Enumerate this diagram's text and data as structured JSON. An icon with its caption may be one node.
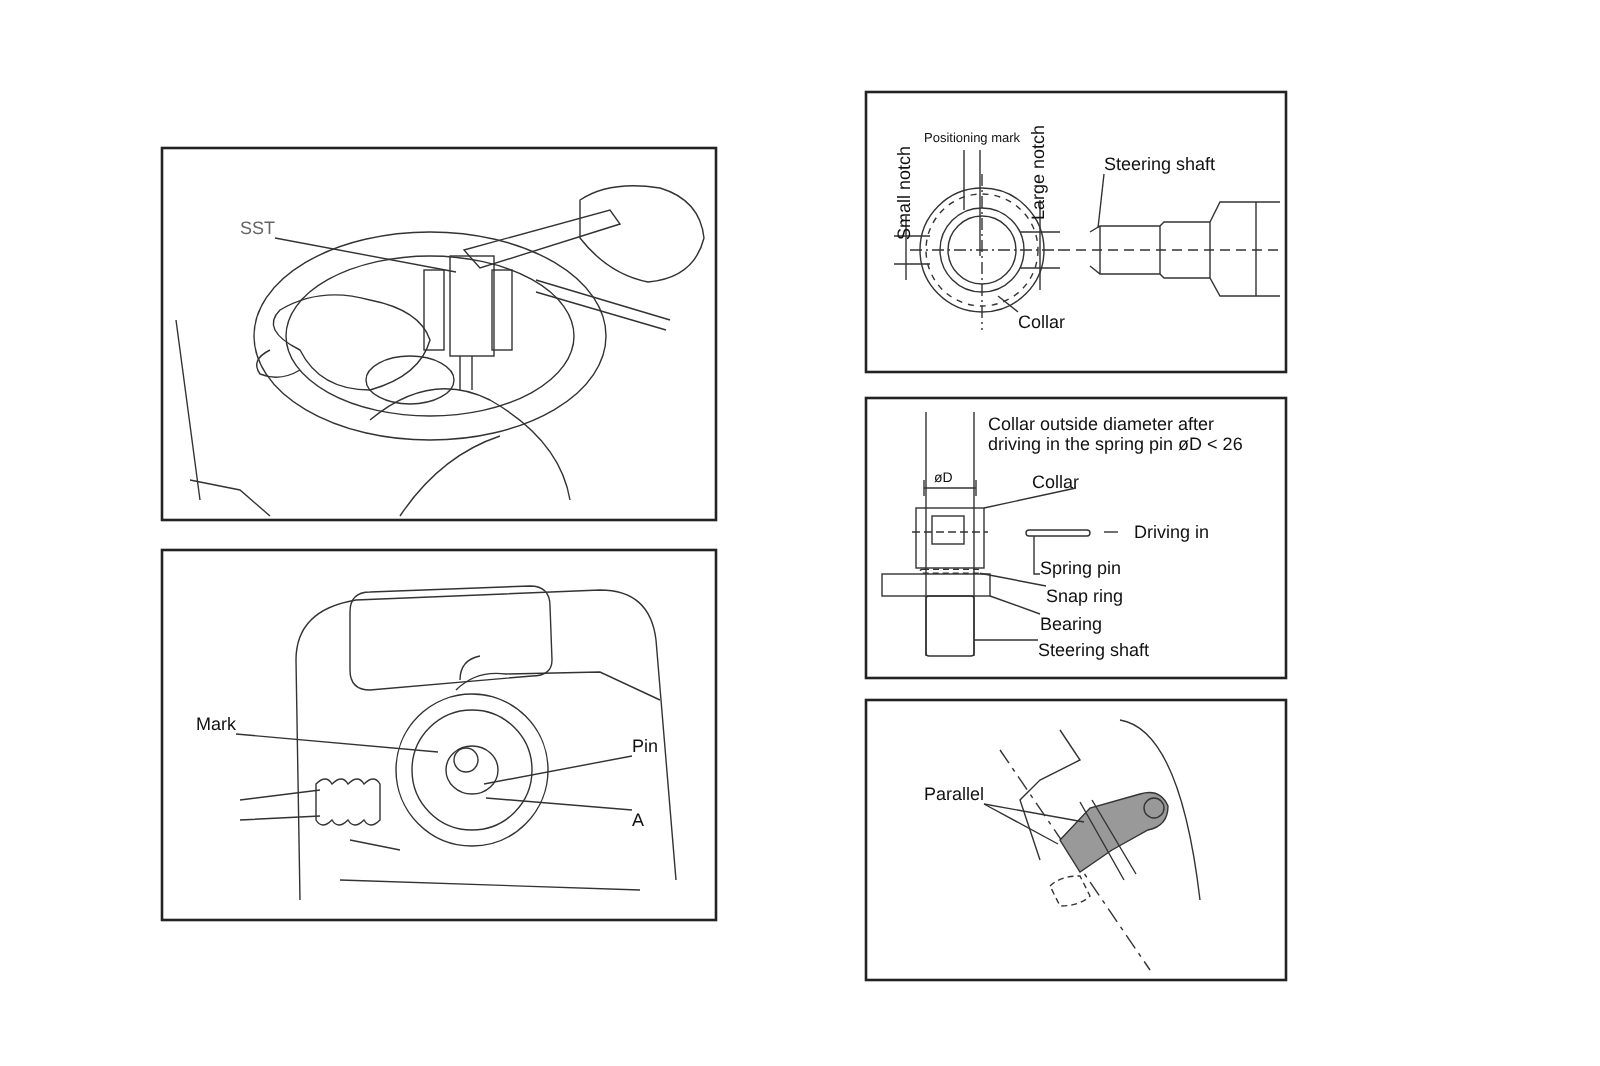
{
  "diagram": {
    "nodes": [
      {
        "text": [
          "SST"
        ]
      },
      {
        "text": [
          "Mark"
        ]
      },
      {
        "text": [
          "Pin"
        ]
      },
      {
        "text": [
          "A"
        ]
      },
      {
        "text": [
          "Positioning mark"
        ]
      },
      {
        "text": [
          "Steering shaft"
        ]
      },
      {
        "text": [
          "Collar"
        ]
      },
      {
        "text": [
          "Collar"
        ]
      },
      {
        "text": [
          "Spring pin"
        ]
      },
      {
        "text": [
          "Snap ring"
        ]
      },
      {
        "text": [
          "Bearing"
        ]
      },
      {
        "text": [
          "Steering shaft"
        ]
      },
      {
        "text": [
          "Parallel"
        ]
      },
      {
        "text": [],
        "shape": "box"
      },
      {
        "text": [],
        "shape": "bar"
      },
      {
        "text": [],
        "shape": "bar"
      },
      {
        "text": [],
        "shape": "box"
      },
      {
        "text": [],
        "shape": "bar"
      }
    ],
    "edges": [
      {
        "from": 0,
        "to": null,
        "arrow": "none"
      },
      {
        "from": 1,
        "to": null,
        "arrow": "none"
      },
      {
        "from": 2,
        "to": null,
        "arrow": "none"
      },
      {
        "from": 3,
        "to": null,
        "arrow": "none"
      },
      {
        "from": 4,
        "to": null,
        "arrow": "none"
      },
      {
        "from": 4,
        "to": null,
        "arrow": "none"
      },
      {
        "from": 5,
        "to": null,
        "arrow": "none"
      },
      {
        "from": 6,
        "to": null,
        "arrow": "none"
      },
      {
        "from": 7,
        "to": 13,
        "arrow": "none"
      },
      {
        "from": 8,
        "to": 14,
        "arrow": "none"
      },
      {
        "from": 9,
        "to": 15,
        "arrow": "none"
      },
      {
        "from": 10,
        "to": 16,
        "arrow": "none"
      },
      {
        "from": 11,
        "to": 17,
        "arrow": "none"
      },
      {
        "from": 12,
        "to": null,
        "arrow": "none"
      },
      {
        "from": 12,
        "to": null,
        "arrow": "none"
      }
    ],
    "labels": [
      "Small notch",
      "Large notch",
      "Collar outside diameter after driving in the spring pin øD < 26",
      "øD",
      "Driving in"
    ]
  }
}
